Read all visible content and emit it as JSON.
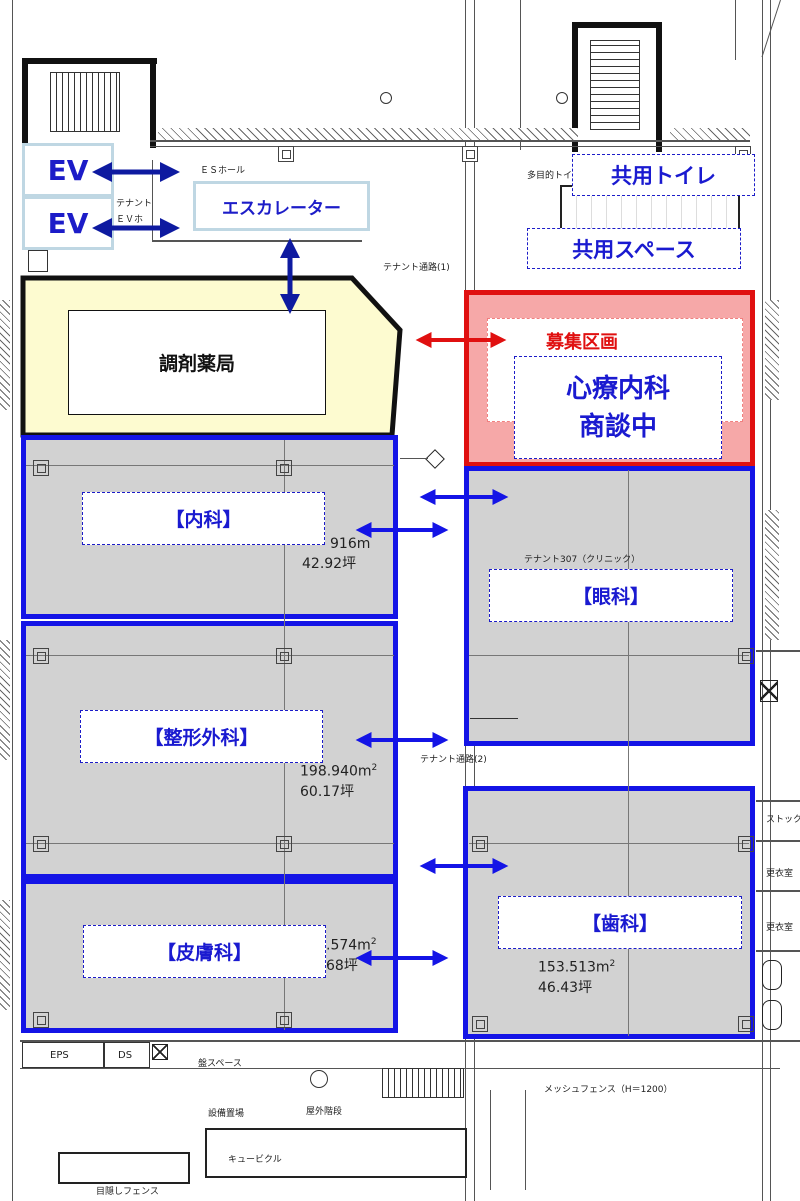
{
  "labels": {
    "ev_top": "EV",
    "ev_bottom": "EV",
    "escalator": "エスカレーター",
    "common_toilet": "共用トイレ",
    "common_space": "共用スペース",
    "pharmacy": "調剤薬局",
    "recruit": "募集区画",
    "psychosomatic_line1": "心療内科",
    "psychosomatic_line2": "商談中",
    "internal": "【内科】",
    "ophthalmology": "【眼科】",
    "orthopedics": "【整形外科】",
    "dermatology": "【皮膚科】",
    "dental": "【歯科】"
  },
  "areas": {
    "internal_m2": "916m",
    "internal_tsubo": "42.92坪",
    "orthopedics_m2": "198.940m",
    "orthopedics_tsubo": "60.17坪",
    "dermatology_m2": ".574m",
    "dermatology_tsubo": "68坪",
    "dental_m2": "153.513m",
    "dental_tsubo": "46.43坪",
    "sup2": "2"
  },
  "plan_text": {
    "es_hall": "ＥＳホール",
    "tenant": "テナント",
    "ev_hall": "ＥＶホ",
    "multipurpose": "多目的トイレ",
    "tenant_corridor_1": "テナント通路(1)",
    "tenant_corridor_2": "テナント通路(2)",
    "tenant_307": "テナント307（クリニック）",
    "eps": "EPS",
    "ds": "DS",
    "panel_space": "盤スペース",
    "outdoor_stairs": "屋外階段",
    "equipment": "設備置場",
    "cubicle": "キュービクル",
    "mesh_fence": "メッシュフェンス（H＝1200）",
    "fence": "目隠しフェンス",
    "stock": "ストック",
    "locker_1": "更衣室",
    "locker_2": "更衣室"
  },
  "colors": {
    "blue_border": "#1414e6",
    "label_blue": "#1a1ad0",
    "red": "#e01010",
    "pink_fill": "#f6a8a8",
    "pharmacy_fill": "#fdfbd0",
    "gray_fill": "#d2d2d2"
  }
}
